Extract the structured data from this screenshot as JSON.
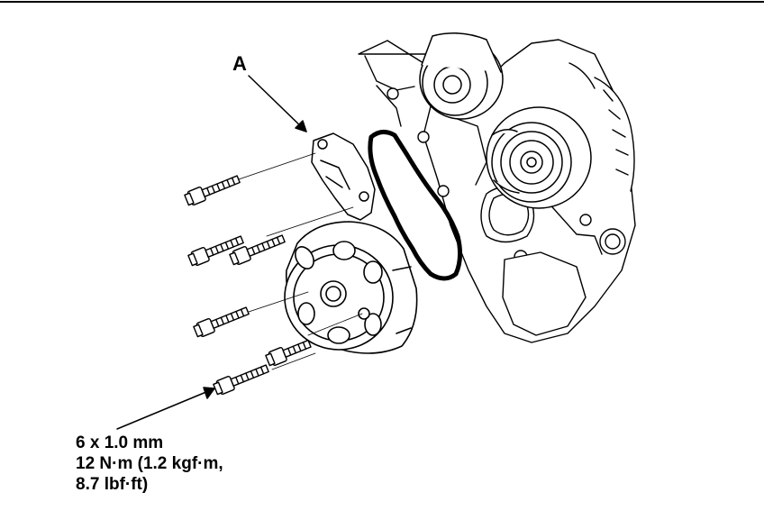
{
  "callout_label": "A",
  "torque_spec": {
    "line1": "6 x 1.0 mm",
    "line2": "12 N·m (1.2 kgf·m,",
    "line3": "8.7 lbf·ft)"
  }
}
